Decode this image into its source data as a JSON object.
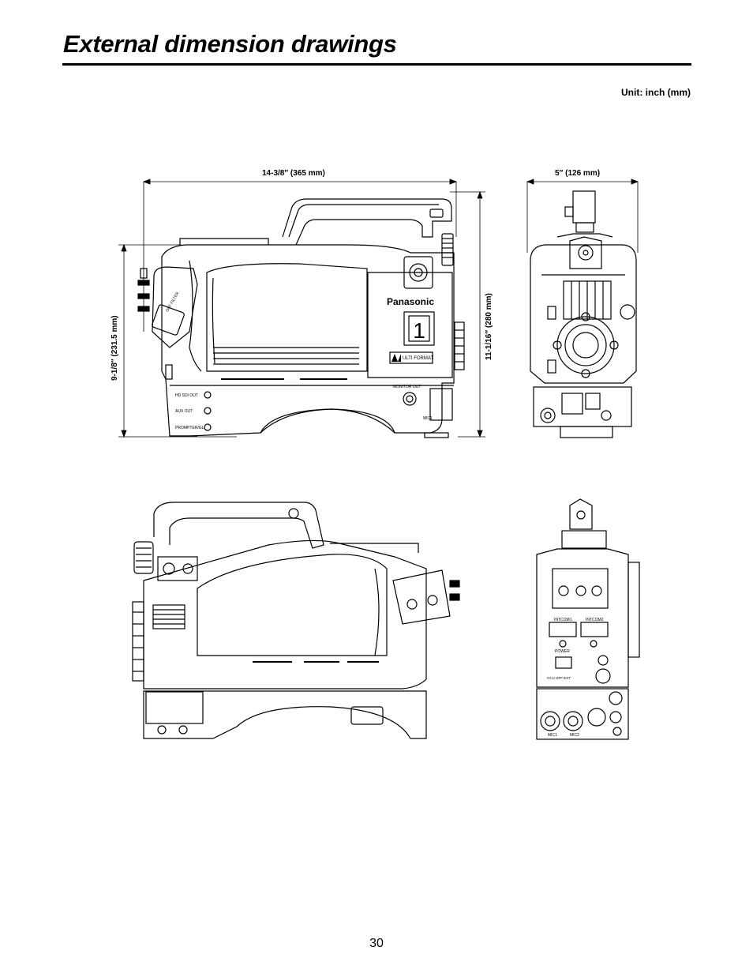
{
  "page": {
    "title": "External dimension drawings",
    "unit_note": "Unit: inch (mm)",
    "page_number": "30"
  },
  "dimensions": {
    "side_width": "14-3/8″ (365 mm)",
    "front_width": "5″ (126 mm)",
    "side_height_body": "9-1/8″ (231.5 mm)",
    "side_height_total": "11-1/16″ (280 mm)"
  },
  "labels": {
    "brand": "Panasonic",
    "channel_number": "1",
    "format_logo": "ULTI FORMAT",
    "hd_sdi_out": "HD SDI OUT",
    "aux_out": "AUX OUT",
    "prompter": "PROMPTER/GL",
    "monitor_out": "MONITOR OUT",
    "mic1": "MIC1",
    "mic2": "MIC2",
    "power": "POWER",
    "ccu_off_ext": "CCU  OFF  EXT",
    "intercom1": "INTCOM1",
    "intercom2": "INTCOM2"
  }
}
